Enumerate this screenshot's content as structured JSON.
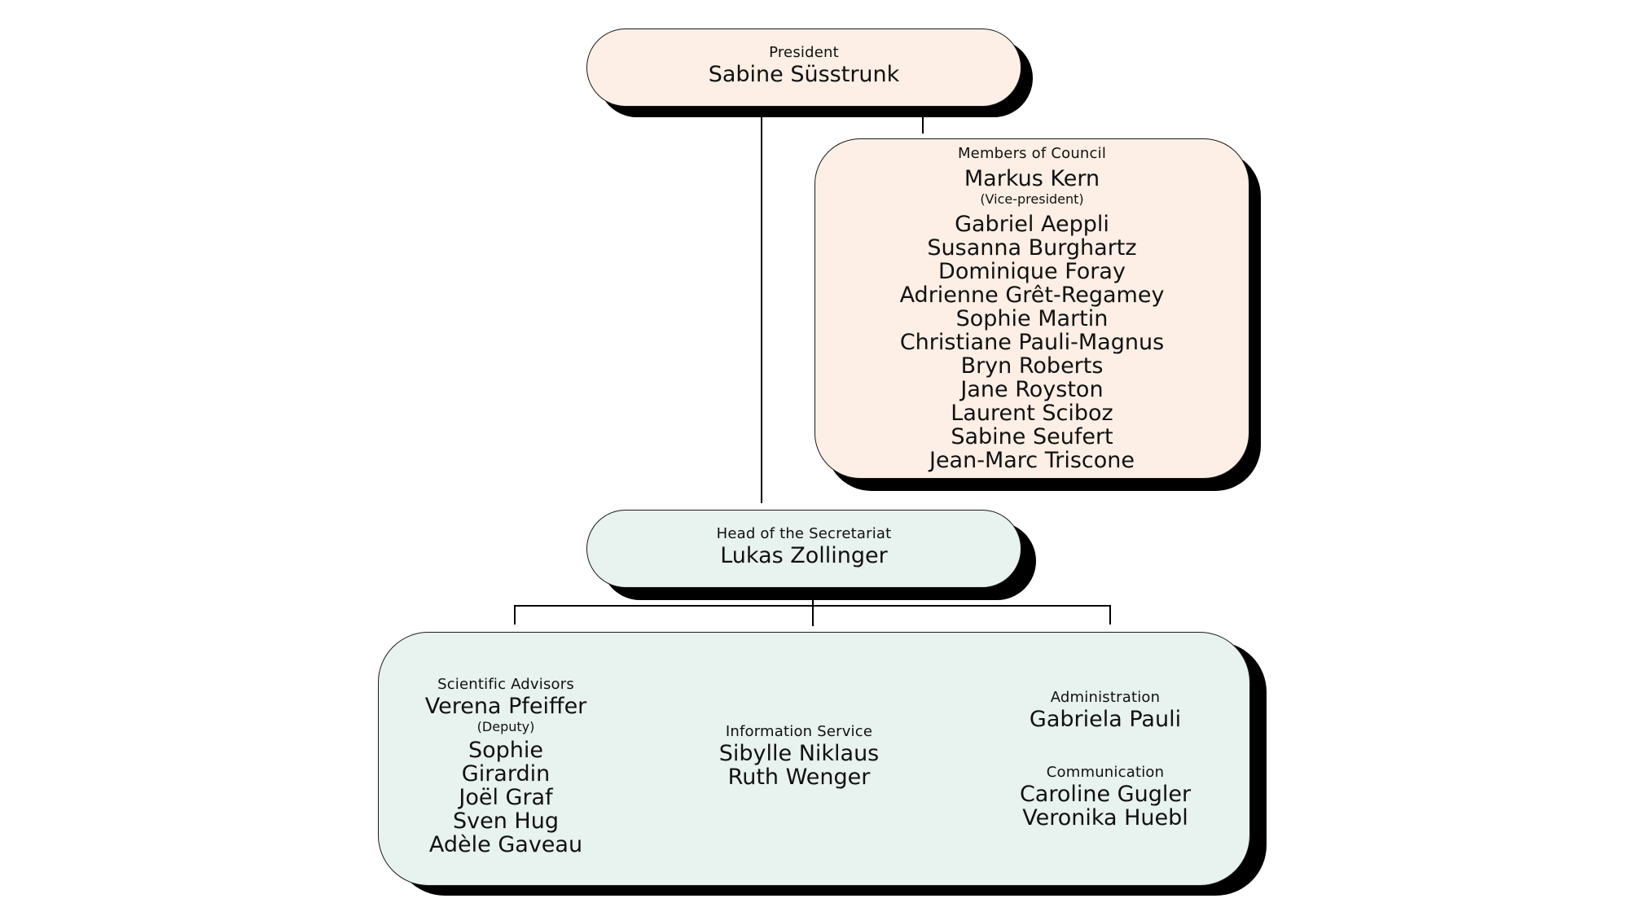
{
  "president": {
    "role": "President",
    "name": "Sabine Süsstrunk"
  },
  "council": {
    "role": "Members of Council",
    "vice_president": "Markus Kern",
    "vice_president_note": "(Vice-president)",
    "members": [
      "Gabriel Aeppli",
      "Susanna Burghartz",
      "Dominique Foray",
      "Adrienne Grêt-Regamey",
      "Sophie Martin",
      "Christiane Pauli-Magnus",
      "Bryn Roberts",
      "Jane Royston",
      "Laurent Sciboz",
      "Sabine Seufert",
      "Jean-Marc Triscone"
    ]
  },
  "secretariat": {
    "role": "Head of the Secretariat",
    "name": "Lukas Zollinger"
  },
  "departments": {
    "scientific_advisors": {
      "role": "Scientific Advisors",
      "deputy": "Verena Pfeiffer",
      "deputy_note": "(Deputy)",
      "members": [
        "Sophie Girardin",
        "Joël Graf",
        "Sven Hug",
        "Adèle Gaveau"
      ]
    },
    "information_service": {
      "role": "Information Service",
      "members": [
        "Sibylle Niklaus",
        "Ruth Wenger"
      ]
    },
    "administration": {
      "role": "Administration",
      "members": [
        "Gabriela Pauli"
      ]
    },
    "communication": {
      "role": "Communication",
      "members": [
        "Caroline Gugler",
        "Veronika Huebl"
      ]
    }
  },
  "colors": {
    "leadership_fill": "#fdefe5",
    "secretariat_fill": "#e8f2ef",
    "shadow": "#000000"
  }
}
